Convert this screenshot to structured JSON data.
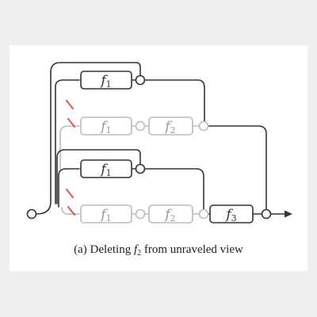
{
  "diagram": {
    "boxes": [
      {
        "id": "r1-f1",
        "label": "f",
        "sub": "1",
        "state": "active"
      },
      {
        "id": "r2-f1",
        "label": "f",
        "sub": "1",
        "state": "faded"
      },
      {
        "id": "r2-f2",
        "label": "f",
        "sub": "2",
        "state": "faded"
      },
      {
        "id": "r3-f1",
        "label": "f",
        "sub": "1",
        "state": "active"
      },
      {
        "id": "r4-f1",
        "label": "f",
        "sub": "1",
        "state": "faded"
      },
      {
        "id": "r4-f2",
        "label": "f",
        "sub": "2",
        "state": "faded"
      },
      {
        "id": "r4-f3",
        "label": "f",
        "sub": "3",
        "state": "active"
      }
    ],
    "colors": {
      "active": "#333333",
      "faded": "#bbbbbb",
      "cut_mark": "#e05a5a",
      "background": "#efefef",
      "panel": "#ffffff"
    }
  },
  "caption": {
    "prefix": "(a) Deleting ",
    "fn": "f",
    "sub": "2",
    "suffix": " from unraveled view"
  }
}
